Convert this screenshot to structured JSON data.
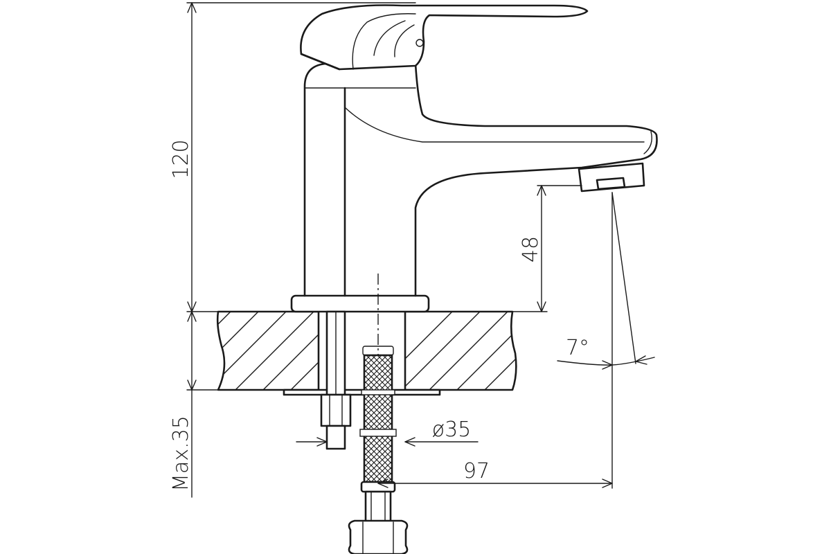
{
  "dimensions": {
    "height_overall": "120",
    "spout_height": "48",
    "hole_diameter": "ø35",
    "spout_reach": "97",
    "spout_angle": "7°",
    "max_counter_thickness": "Max.35"
  }
}
